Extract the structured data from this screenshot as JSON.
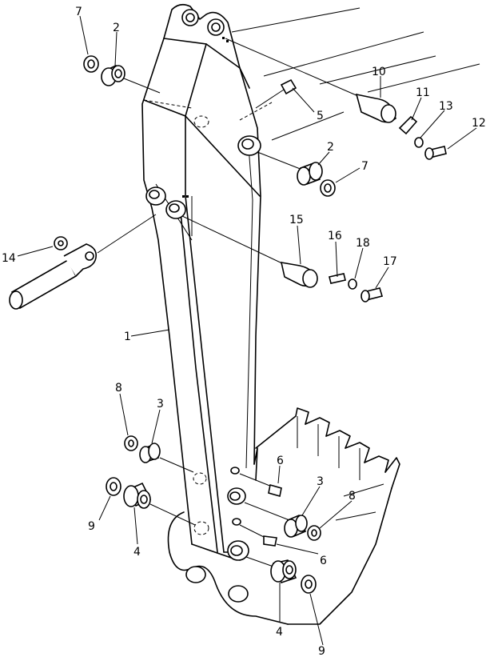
{
  "callouts": [
    {
      "id": "c7a",
      "text": "7"
    },
    {
      "id": "c2a",
      "text": "2"
    },
    {
      "id": "c10",
      "text": "10"
    },
    {
      "id": "c11",
      "text": "11"
    },
    {
      "id": "c13",
      "text": "13"
    },
    {
      "id": "c12",
      "text": "12"
    },
    {
      "id": "c5",
      "text": "5"
    },
    {
      "id": "c2b",
      "text": "2"
    },
    {
      "id": "c7b",
      "text": "7"
    },
    {
      "id": "c15",
      "text": "15"
    },
    {
      "id": "c16",
      "text": "16"
    },
    {
      "id": "c18",
      "text": "18"
    },
    {
      "id": "c17",
      "text": "17"
    },
    {
      "id": "c14",
      "text": "14"
    },
    {
      "id": "c1",
      "text": "1"
    },
    {
      "id": "c8a",
      "text": "8"
    },
    {
      "id": "c3a",
      "text": "3"
    },
    {
      "id": "c6a",
      "text": "6"
    },
    {
      "id": "c3b",
      "text": "3"
    },
    {
      "id": "c8b",
      "text": "8"
    },
    {
      "id": "c9a",
      "text": "9"
    },
    {
      "id": "c4a",
      "text": "4"
    },
    {
      "id": "c6b",
      "text": "6"
    },
    {
      "id": "c4b",
      "text": "4"
    },
    {
      "id": "c9b",
      "text": "9"
    }
  ]
}
